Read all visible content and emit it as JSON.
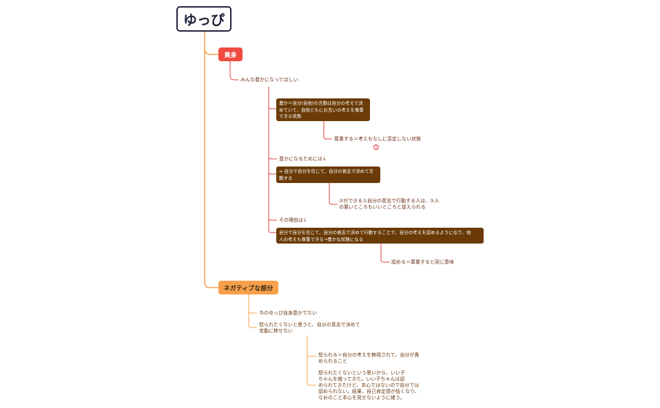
{
  "root": {
    "label": "ゆっぴ"
  },
  "branch1": {
    "label": "黄身",
    "n1": "みんな豊かになってほしい",
    "n2": "豊か＝自分(自他)の言動は自分の考えで決\nめていて、自他ともにお互いの考えを尊重\nできる状態",
    "n3": "尊重する＝考えもなしに否定しない状態",
    "n3_marker": "1",
    "n4": "豊かになるためには↓",
    "n5": "∞ 自分で自分を信じて、自分の意志で決めて言\n動する",
    "n6": "②ができる人自分の意志で行動する人は、①人\nの悪いところもいいところと捉えられる",
    "n7": "その理由は↓",
    "n8": "自分で自分を信じて、自分の意志で決めて行動することで、自分の考えを認めるようになり、他\n人の考えも尊重できる→豊かな状態になる",
    "n9": "認める＝尊重すると同じ意味"
  },
  "branch2": {
    "label": "ネガティブな部分",
    "n1": "今のゆっぴ自身豊かでない",
    "n2": "怒られたくないと思うと、自分の意志で決めて\n言動に移せない",
    "n3": "怒られる＝自分の考えを無視されて、自分が責\nめられること",
    "n4": "怒られたくないという思いから、いい子\nちゃんを繕ってきた。いい子ちゃんは認\nめられてきたけど、本心ではないので自分では\n認められない。結果、自己肯定感が低くなり、\nなおのこと本心を見せないように繕う。"
  }
}
